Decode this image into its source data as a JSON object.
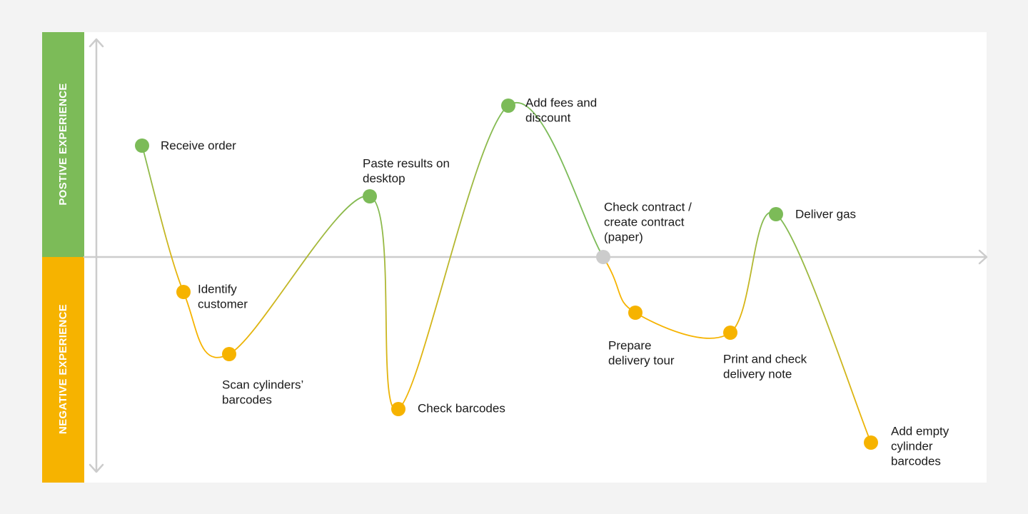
{
  "bands": {
    "positive_label": "POSTIVE EXPERIENCE",
    "negative_label": "NEGATIVE EXPERIENCE"
  },
  "colors": {
    "positive": "#7cbb58",
    "negative": "#f6b300",
    "neutral": "#cccccc",
    "axis": "#cccccc",
    "panel": "#ffffff",
    "background": "#f3f3f3"
  },
  "steps": [
    {
      "label_lines": [
        "Receive order"
      ],
      "sentiment": "positive"
    },
    {
      "label_lines": [
        "Identify",
        "customer"
      ],
      "sentiment": "negative"
    },
    {
      "label_lines": [
        "Scan cylinders’",
        "barcodes"
      ],
      "sentiment": "negative"
    },
    {
      "label_lines": [
        "Paste results on",
        "desktop"
      ],
      "sentiment": "positive"
    },
    {
      "label_lines": [
        "Check barcodes"
      ],
      "sentiment": "negative"
    },
    {
      "label_lines": [
        "Add fees and",
        "discount"
      ],
      "sentiment": "positive"
    },
    {
      "label_lines": [
        "Check contract /",
        "create contract",
        "(paper)"
      ],
      "sentiment": "neutral"
    },
    {
      "label_lines": [
        "Prepare",
        "delivery tour"
      ],
      "sentiment": "negative"
    },
    {
      "label_lines": [
        "Print and check",
        "delivery note"
      ],
      "sentiment": "negative"
    },
    {
      "label_lines": [
        "Deliver gas"
      ],
      "sentiment": "positive"
    },
    {
      "label_lines": [
        "Add empty",
        "cylinder",
        "barcodes"
      ],
      "sentiment": "negative"
    }
  ]
}
